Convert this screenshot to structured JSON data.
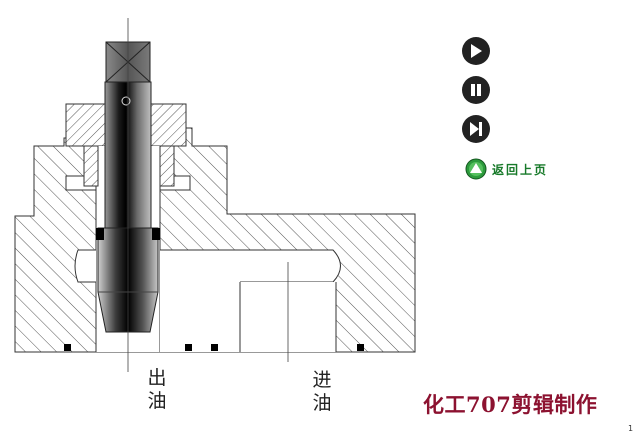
{
  "controls": {
    "play_icon": "play-icon",
    "pause_icon": "pause-icon",
    "step_icon": "step-forward-icon",
    "return_label": "返回上页"
  },
  "labels": {
    "outlet": [
      "出",
      "油"
    ],
    "inlet": [
      "进",
      "油"
    ]
  },
  "credit": "化工707剪辑制作",
  "page_number": "1",
  "colors": {
    "control_fill": "#222222",
    "return_green": "#187a2a",
    "credit_red": "#8c1230"
  }
}
